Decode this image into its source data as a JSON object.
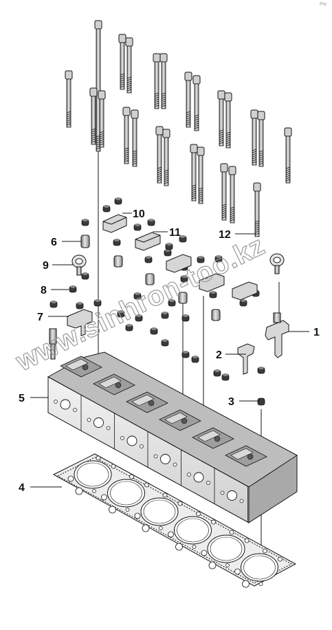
{
  "callouts": [
    {
      "id": "1",
      "label": "1"
    },
    {
      "id": "2",
      "label": "2"
    },
    {
      "id": "3",
      "label": "3"
    },
    {
      "id": "4",
      "label": "4"
    },
    {
      "id": "5",
      "label": "5"
    },
    {
      "id": "6",
      "label": "6"
    },
    {
      "id": "7",
      "label": "7"
    },
    {
      "id": "8",
      "label": "8"
    },
    {
      "id": "9",
      "label": "9"
    },
    {
      "id": "10",
      "label": "10"
    },
    {
      "id": "11",
      "label": "11"
    },
    {
      "id": "12",
      "label": "12"
    }
  ],
  "watermark": "www.sinhron-too.kz",
  "corner_mark": "Pw"
}
